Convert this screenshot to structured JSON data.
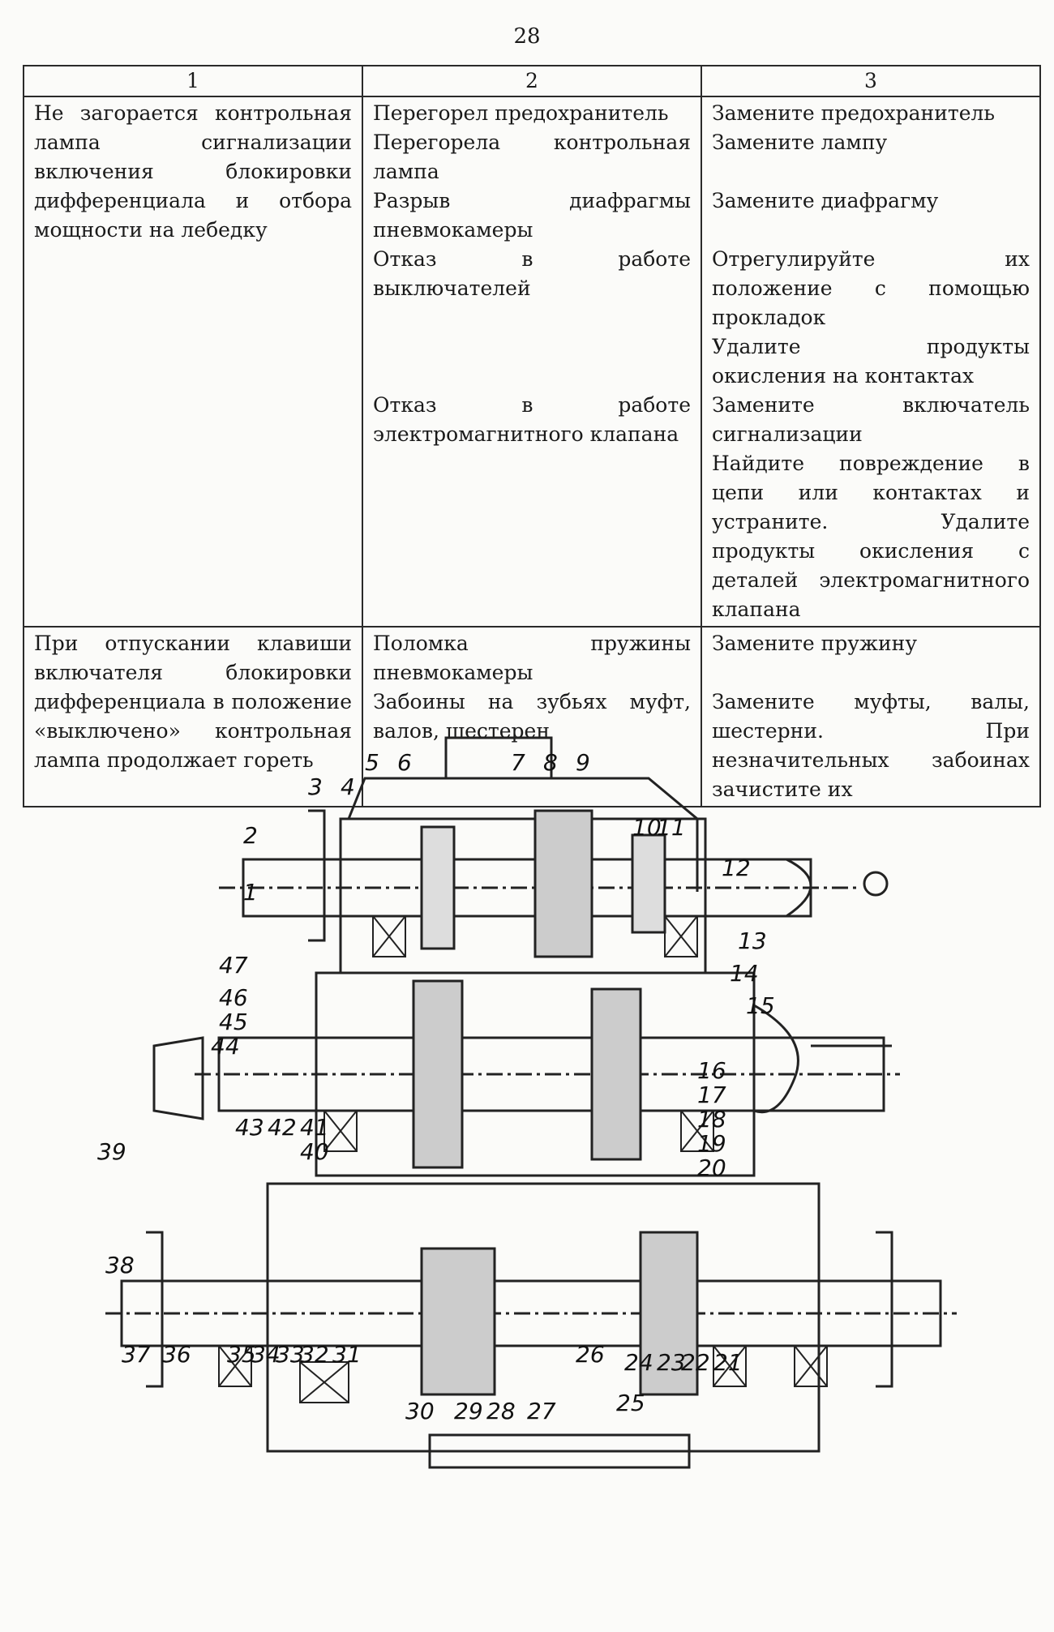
{
  "page_number": "28",
  "table": {
    "headers": [
      "1",
      "2",
      "3"
    ],
    "rows": [
      {
        "symptom": [
          "Не загорается контрольная лампа сигнализации включения блокировки дифференциала и отбора мощности на лебедку"
        ],
        "causes": [
          "Перегорел предохранитель",
          "Перегорела контрольная лампа",
          "Разрыв диафрагмы пневмокамеры",
          "Отказ в работе выключателей",
          "",
          "",
          "Отказ в работе электромагнитного клапана"
        ],
        "remedies": [
          "Замените предохранитель",
          "Замените лампу",
          "Замените диафрагму",
          "Отрегулируйте их положение с помощью прокладок",
          "Удалите продукты окисления на контактах",
          "Замените включатель сигнализации",
          "Найдите повреждение в цепи или контактах и устраните. Удалите продукты окисления с деталей электромагнитного клапана"
        ]
      },
      {
        "symptom": [
          "При отпускании клавиши включателя блокировки дифференциала в положение «выключено» контрольная лампа продолжает гореть"
        ],
        "causes": [
          "Поломка пружины пневмокамеры",
          "Забоины на зубьях муфт, валов, шестерен"
        ],
        "remedies": [
          "Замените пружину",
          "Замените муфты, валы, шестерни. При незначительных забоинах зачистите их"
        ]
      }
    ]
  },
  "diagram": {
    "labels": [
      "1",
      "2",
      "3",
      "4",
      "5",
      "6",
      "7",
      "8",
      "9",
      "10",
      "11",
      "12",
      "13",
      "14",
      "15",
      "16",
      "17",
      "18",
      "19",
      "20",
      "21",
      "22",
      "23",
      "24",
      "25",
      "26",
      "27",
      "28",
      "29",
      "30",
      "31",
      "32",
      "33",
      "34",
      "35",
      "36",
      "37",
      "38",
      "39",
      "40",
      "41",
      "42",
      "43",
      "44",
      "45",
      "46",
      "47"
    ]
  }
}
